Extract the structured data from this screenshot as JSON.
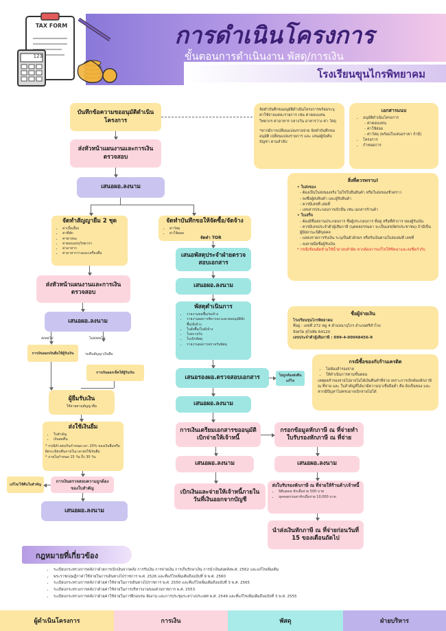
{
  "header": {
    "title": "การดำเนินโครงการ",
    "subtitle": "ขั้นตอนการดำเนินงาน พัสดุ/การเงิน",
    "school": "โรงเรียนขุนไกรพิทยาคม",
    "logo_text": "TAX FORM",
    "calc_display": "123"
  },
  "flow": {
    "n1": "บันทึกข้อความขออนุมัติดำเนินโครงการ",
    "n2": "ส่งหัวหน้าแผนงานและการเงินตรวจสอบ",
    "n3": "เสนอผอ.ลงนาม",
    "left_a_title": "จัดทำสัญญายืม 2 ชุด",
    "left_a_items": [
      "ค่าเบี้ยเลี้ยง",
      "ค่าที่พัก",
      "ค่าพาหนะ",
      "ค่าตอบแทนวิทยากร",
      "ค่าอาหาร",
      "ค่าอาหารว่างและเครื่องดื่ม"
    ],
    "left_b": "ส่งหัวหน้าแผนงานและการเงินตรวจสอบ",
    "left_c": "เสนอผอ.ลงนาม",
    "left_lbl_ok": "ส่งต่อไป",
    "left_lbl_fail": "ไม่ส่งต่อไป",
    "left_lbl_return": "รอคืนสัญญาเงินยืม",
    "left_d_note": "การเงินออกเงินยืมให้ผู้รับเงิน",
    "left_e_note": "การเงินออกเช็คให้ผู้รับเงิน",
    "left_f_title": "ผู้ยืมรับเงิน",
    "left_f_sub": "ใช้จ่ายตามสัญญายืม",
    "left_g_title": "ส่งใช้เงินยืม",
    "left_g_items": [
      "ใบสำคัญ",
      "เงินสดคืน"
    ],
    "left_g_note": "* กรณีค้างส่งเกินกำหนดเวลา 20% ของเงินยืมหรือผิดระเบียบคืนภายในเวลาส่งใช้เงินยืม",
    "left_g_note2": "* ภายในกำหนด 15 วัน ถึง 30 วัน",
    "left_h": "การเงินตรวจสอบความถูกต้องของใบสำคัญ",
    "left_h_side": "แก้ไข/ใช้คืนใบสำคัญ",
    "left_i": "เสนอผอ.ลงนาม",
    "mid_a_title": "จัดทำบันทึกขอให้จัดซื้อ/จัดจ้าง",
    "mid_a_items": [
      "ค่าวัสดุ",
      "ค่าใช้สอย"
    ],
    "mid_a_tor": "จัดทำ TOR",
    "mid_b": "เสนอพัสดุประจำฝ่ายตรวจสอบเอกสาร",
    "mid_c": "เสนอผอ.ลงนาม",
    "mid_d_title": "พัสดุดำเนินการ",
    "mid_d_items": [
      "รายงานขอซื้อ/ขอจ้าง",
      "รายงานผลการพิจารณาและขออนุมัติสั่งซื้อ/สั่งจ้าง",
      "ใบสั่งซื้อ/ใบสั่งจ้าง",
      "ใบตรวจรับ",
      "ใบเบิกพัสดุ",
      "รายงานผลการตรวจรับพัสดุ"
    ],
    "mid_e": "เสนอรองผอ.ตรวจสอบเอกสาร",
    "mid_e_side": "ไม่ถูกต้องส่งคืนแก้ไข",
    "mid_f": "เสนอผอ.ลงนาม",
    "mid_g": "การเงินเตรียมเอกสารขออนุมัติเบิกจ่ายให้เจ้าหนี้",
    "mid_h": "เสนอผอ.ลงนาม",
    "mid_i": "เบิกเงินและจ่ายให้เจ้าหนี้ภายในวันที่เงินออกจากบัญชี",
    "right_a": "กรอกข้อมูลหักภาษี ณ ที่จ่ายทำใบรับรองหักภาษี ณ ที่จ่าย",
    "right_b": "เสนอผอ.ลงนาม",
    "right_c_title": "ส่งใบรับรองหักภาษี ณ ที่จ่ายให้ร้านค้า/เจ้าหนี้",
    "right_c_items": [
      "นิติบุคคล หักเมื่อจ่าย 500 บาท",
      "บุคคลธรรมดาหักเมื่อจ่าย 10,000 บาท"
    ],
    "right_d": "นำส่งเงินหักภาษี ณ ที่จ่ายก่อนวันที่ 15 ของเดือนถัดไป"
  },
  "panels": {
    "dash_note": "จัดทำบันทึกขออนุมัติดำเนินโครงการพร้อมระบุค่าใช้จ่ายแต่ละรายการ เช่น ค่าตอบแทน วิทยากร ค่าอาหาร กลางวัน อาหารว่าง ค่า วัสดุ",
    "dash_note2": "*หากมีการเปลี่ยนแปลงรายจ่าย จัดทำบันทึกขออนุมัติ เปลี่ยนแปลงรายการ และ เสนอผู้บังคับบัญชา ตามลำดับ",
    "docs_title": "เอกสารแนบ",
    "docs_items": [
      "อนุมัติดำเนินโครงการ",
      "ค่าตอบแทน",
      "ค่าใช้สอย",
      "ค่าวัสดุ (พร้อมใบเสนอราคา ถ้ามี)",
      "โครงการ",
      "กำหนดการ"
    ],
    "know_title": "สิ่งที่ควรทราบ!",
    "know_h1": "ใบส่งของ",
    "know_t1": "ต้องเป็นใบส่งของจริง ไม่ใช่ใบยืนสินค้า หรือใบส่งของชั่วคราว",
    "know_t1b": "ลงชื่อผู้ส่งสินค้า และผู้รับสินค้า",
    "know_t1c": "ควรมีเลขที่ เล่มที่",
    "know_t1d": "เลขสารประกอบการเบิกอื่น เช่น เอกสารร้านค้า",
    "know_h2": "ใบเสร็จ",
    "know_t2": "ต้องมีชื่อสถานประกอบการ ชื่อผู้ประกอบการ ที่อยู่ หรือที่ทำการ ของผู้รับเงิน",
    "know_t2b": "ควรมีเลขประจำตัวผู้เสียภาษี (บุคคลธรรมดา จะเป็นเลขบัตรประชาชน) ถ้ามีเป็นผู้มีสถานะนิติบุคคล",
    "know_t2c": "แสดงรายการรับเงิน ระบุเป็นตัวอักษร หรือรับเงินตามใบส่งเล่มที่ เลขที่",
    "know_t2d": "ลงลายมือชื่อผู้รับเงิน",
    "know_red": "* กรณีเขียนผิดห้ามใช้น้ำยาลบคำผิด หากต้องการแก้ไขให้ขีดฆ่าและลงชื่อกำกับ",
    "addr_title": "ชื่อผู้จ่ายเงิน",
    "addr_name": "โรงเรียนขุนไกรพิทยาคม",
    "addr_line1": "ที่อยู่ : เลขที่ 272 หมู่ 4 ตำบลนาบุไกร อำเภอศรีสำโรง",
    "addr_line2": "จังหวัด สุโขทัย 64120",
    "addr_line3": "เลขประจำตัวผู้เสียภาษี : 099-4-00048456-9",
    "credit_title": "กรณีซื้อของกับร้านเครดิต",
    "credit_items": [
      "ไม่ต้องสำรองจ่าย",
      "ให้ดำเนินการตามขั้นตอน"
    ],
    "credit_text": "เหตุผลสำรองจ่ายไปอาจไม่ได้เงินคืนทำที่จ่าย เพราะการเบิกต้องหักภาษี ณ ที่จ่าย และ ใบสำคัญที่ได้มามีความน่าเชื่อถือต่ำ คือ ยังเป็นของ และหากมีปัญหาไม่ครบอาจเบิกจ่ายไม่ได้"
  },
  "laws": {
    "title": "กฎหมายที่เกี่ยวข้อง",
    "items": [
      "ระเบียบกระทรวงการคลังว่าด้วยการเบิกเงินจากคลัง การรับเงิน การจ่ายเงิน การเก็บรักษาเงิน การนำเงินส่งคลังพ.ศ. 2562 และแก้ไขเพิ่มเติม",
      "พระราชกฤษฎีกาค่าใช้จ่ายในการเดินทางไปราชการ พ.ศ. 2526 และที่แก้ไขเพิ่มเติมถึงฉบับที่ 9 พ.ศ. 2560",
      "ระเบียบกระทรวงการคลังว่าด้วยค่าใช้จ่ายในการเดินทางไปราชการ พ.ศ. 2550 และที่แก้ไขเพิ่มเติมถึงฉบับที่ 3 พ.ศ. 2565",
      "ระเบียบกระทรวงการคลังว่าด้วยค่าใช้จ่ายในการบริหารงานของส่วนราชการ พ.ศ. 2553",
      "ระเบียบกระทรวงการคลังว่าด้วยค่าใช้จ่ายในการฝึกอบรม จัดงาน และการประชุมระหว่างประเทศ พ.ศ. 2549 และที่แก้ไขเพิ่มเติมถึงฉบับที่ 3 พ.ศ. 2555"
    ]
  },
  "footer": {
    "items": [
      "ผู้ดำเนินโครงการ",
      "การเงิน",
      "พัสดุ",
      "ฝ่ายบริหาร"
    ]
  },
  "colors": {
    "yellow": "#fce6a2",
    "pink": "#fcd6df",
    "violet": "#c9c5f0",
    "cyan": "#9fe6e3",
    "title_purple": "#6a38b8"
  }
}
